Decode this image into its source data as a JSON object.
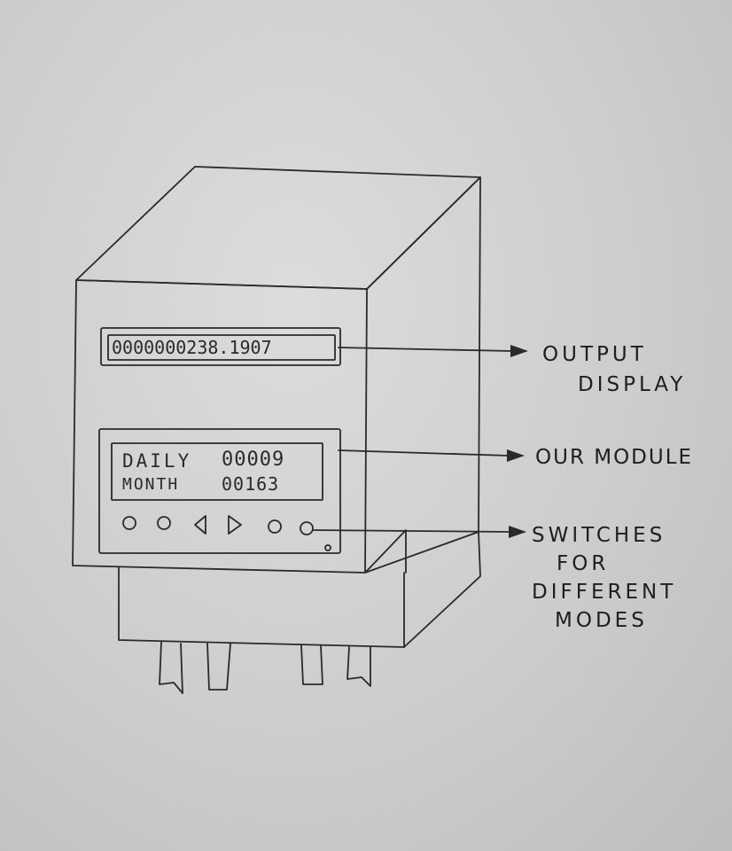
{
  "output_display": {
    "value": "0000000238.1907"
  },
  "module": {
    "daily_label": "DAILY",
    "daily_value": "00009",
    "month_label": "MONTH",
    "month_value": "00163"
  },
  "switches": [
    "circle",
    "circle",
    "left-triangle",
    "right-triangle",
    "circle",
    "circle"
  ],
  "callouts": {
    "output_display": {
      "line1": "OUTPUT",
      "line2": "DISPLAY"
    },
    "our_module": {
      "line1": "OUR MODULE"
    },
    "switches": {
      "line1": "SWITCHES",
      "line2": "FOR",
      "line3": "DIFFERENT",
      "line4": "MODES"
    }
  },
  "colors": {
    "ink": "#2a2a2a",
    "paper": "#cfcfcf"
  }
}
